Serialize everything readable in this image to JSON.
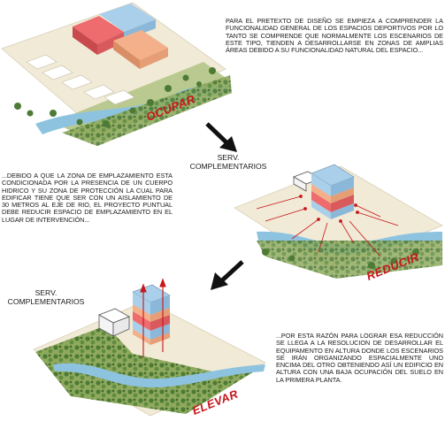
{
  "texts": {
    "intro": "PARA EL PRETEXTO DE DISEÑO SE EMPIEZA A COMPRENDER LA FUNCIONALIDAD GENERAL DE LOS ESPACIOS DEPORTIVOS POR LO TANTO SE COMPRENDE QUE NORMALMENTE LOS ESCENARIOS DE ESTE TIPO, TIENDEN A DESARROLLARSE EN ZONAS DE AMPLIAS ÁREAS DEBIDO A SU FUNCIONALIDAD NATURAL DEL ESPACIO...",
    "middle": "...DEBIDO A QUE LA ZONA DE EMPLAZAMIENTO ESTA CONDICIONADA POR LA PRESENCIA DE UN CUERPO HIDRICO Y SU ZONA DE PROTECCIÓN LA CUAL PARA EDIFICAR TIENE QUE SER CON UN AISLAMIENTO DE 30 METROS AL EJE DE RIO, EL PROYECTO PUNTUAL DEBE REDUCIR ESPACIO DE EMPLAZAMIENTO EN EL LUGAR DE INTERVENCIÓN...",
    "bottom": "...POR ESTA RAZÓN PARA LOGRAR ESA REDUCCIÓN SE LLEGA A LA RESOLUCION DE DESARROLLAR EL EQUIPAMENTO EN ALTURA DONDE LOS ESCENARIOS SE IRÁN ORGANIZANDO ESPACIALMENTE UNO ENCIMA DEL OTRO OBTENIENDO ASÍ UN EDIFICIO EN ALTURA CON UNA BAJA OCUPACIÓN DEL SUELO EN LA PRIMERA PLANTA."
  },
  "labels": {
    "serv_top_1": "SERV.",
    "serv_top_2": "COMPLEMENTARIOS",
    "serv_bottom_1": "SERV.",
    "serv_bottom_2": "COMPLEMENTARIOS"
  },
  "stages": {
    "ocupar": "OCUPAR",
    "reducir": "REDUCIR",
    "elevar": "ELEVAR"
  },
  "colors": {
    "accent": "#c8151b",
    "ground": "#f1ead6",
    "grass": "#9fb56f",
    "tree": "#4d7a35",
    "river": "#8ec3df",
    "blue_block": "#a9cfea",
    "red_block": "#ee6b6e",
    "orange_block": "#f3b08a"
  }
}
